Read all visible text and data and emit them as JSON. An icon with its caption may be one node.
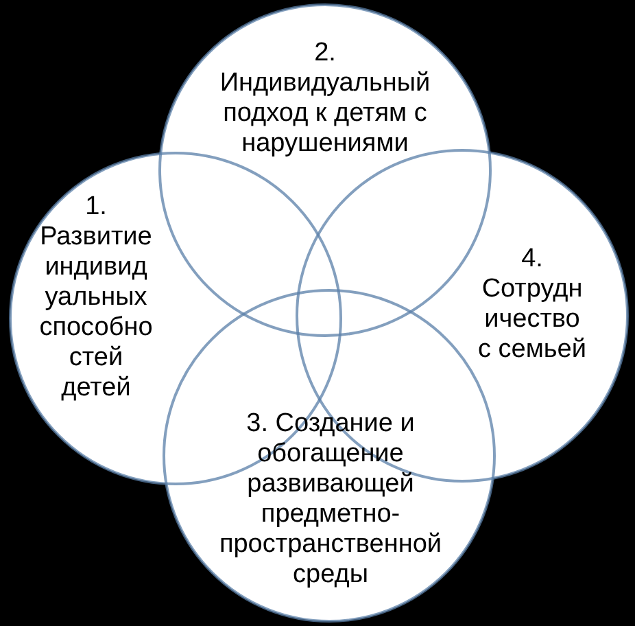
{
  "diagram": {
    "nodes": [
      {
        "text": [
          "1. Развитие индивидуальных способностей детей"
        ]
      },
      {
        "text": [
          "2. Индивидуальный подход к детям с нарушениями"
        ]
      },
      {
        "text": [
          "3. Создание и обогащение развивающей предметно-пространственной среды"
        ]
      },
      {
        "text": [
          "4. Сотрудничество с семьей"
        ]
      }
    ]
  }
}
